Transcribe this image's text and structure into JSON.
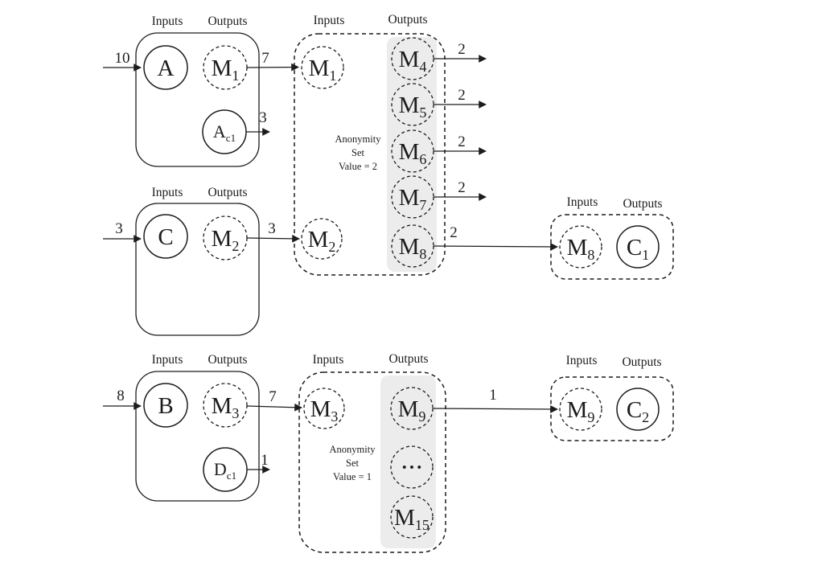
{
  "colors": {
    "ink": "#1c1c1c",
    "band": "#ececec"
  },
  "labels": {
    "inputs": "Inputs",
    "outputs": "Outputs"
  },
  "annotations": {
    "set2": [
      "Anonymity",
      "Set",
      "Value = 2"
    ],
    "set1": [
      "Anonymity",
      "Set",
      "Value = 1"
    ]
  },
  "nodes": {
    "A": {
      "base": "A",
      "sub": ""
    },
    "B": {
      "base": "B",
      "sub": ""
    },
    "C": {
      "base": "C",
      "sub": ""
    },
    "Ac1": {
      "base": "A",
      "sub": "c1"
    },
    "Dc1": {
      "base": "D",
      "sub": "c1"
    },
    "M1": {
      "base": "M",
      "sub": "1"
    },
    "M2": {
      "base": "M",
      "sub": "2"
    },
    "M3": {
      "base": "M",
      "sub": "3"
    },
    "M4": {
      "base": "M",
      "sub": "4"
    },
    "M5": {
      "base": "M",
      "sub": "5"
    },
    "M6": {
      "base": "M",
      "sub": "6"
    },
    "M7": {
      "base": "M",
      "sub": "7"
    },
    "M8": {
      "base": "M",
      "sub": "8"
    },
    "M9": {
      "base": "M",
      "sub": "9"
    },
    "M15": {
      "base": "M",
      "sub": "15"
    },
    "C1": {
      "base": "C",
      "sub": "1"
    },
    "C2": {
      "base": "C",
      "sub": "2"
    },
    "dots": {
      "base": "•••",
      "sub": ""
    }
  },
  "edge_labels": {
    "in_a": "10",
    "m1_mix": "7",
    "ac1_out": "3",
    "in_c": "3",
    "m2_mix": "3",
    "in_b": "8",
    "m3_mix": "7",
    "dc1_out": "1",
    "m4_out": "2",
    "m5_out": "2",
    "m6_out": "2",
    "m7_out": "2",
    "m8_exit": "2",
    "m9_exit": "1"
  }
}
